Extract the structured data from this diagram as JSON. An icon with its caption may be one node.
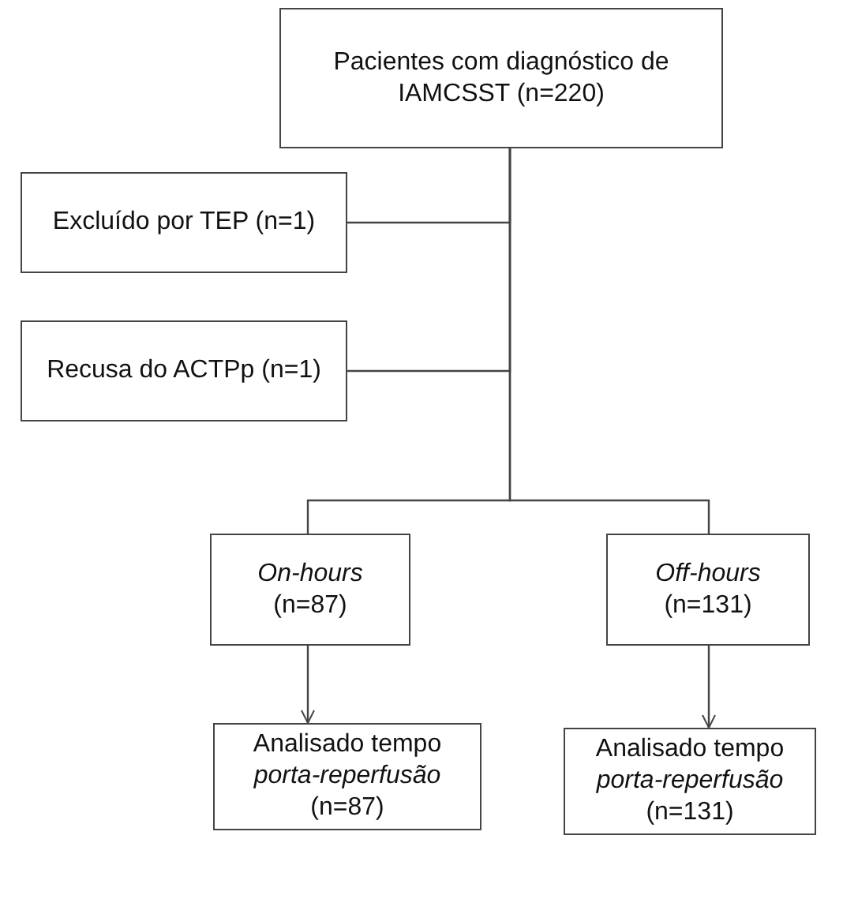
{
  "diagram": {
    "nodes": [
      {
        "text": [
          "Pacientes com diagnóstico de IAMCSST (n=220)"
        ]
      },
      {
        "text": [
          "Excluído por TEP (n=1)"
        ]
      },
      {
        "text": [
          "Recusa do ACTPp (n=1)"
        ]
      },
      {
        "text": [
          "*On-hours* (n=87)"
        ]
      },
      {
        "text": [
          "*Off-hours* (n=131)"
        ]
      },
      {
        "text": [
          "Analisado tempo *porta-reperfusão* (n=87)"
        ]
      },
      {
        "text": [
          "Analisado tempo *porta-reperfusão* (n=131)"
        ]
      }
    ],
    "edges": [
      {
        "from": 0,
        "to": 1,
        "arrow": "none"
      },
      {
        "from": 0,
        "to": 2,
        "arrow": "none"
      },
      {
        "from": 0,
        "to": 3,
        "arrow": "none"
      },
      {
        "from": 0,
        "to": 4,
        "arrow": "none"
      },
      {
        "from": 3,
        "to": 5,
        "arrow": "to"
      },
      {
        "from": 4,
        "to": 6,
        "arrow": "to"
      }
    ]
  }
}
